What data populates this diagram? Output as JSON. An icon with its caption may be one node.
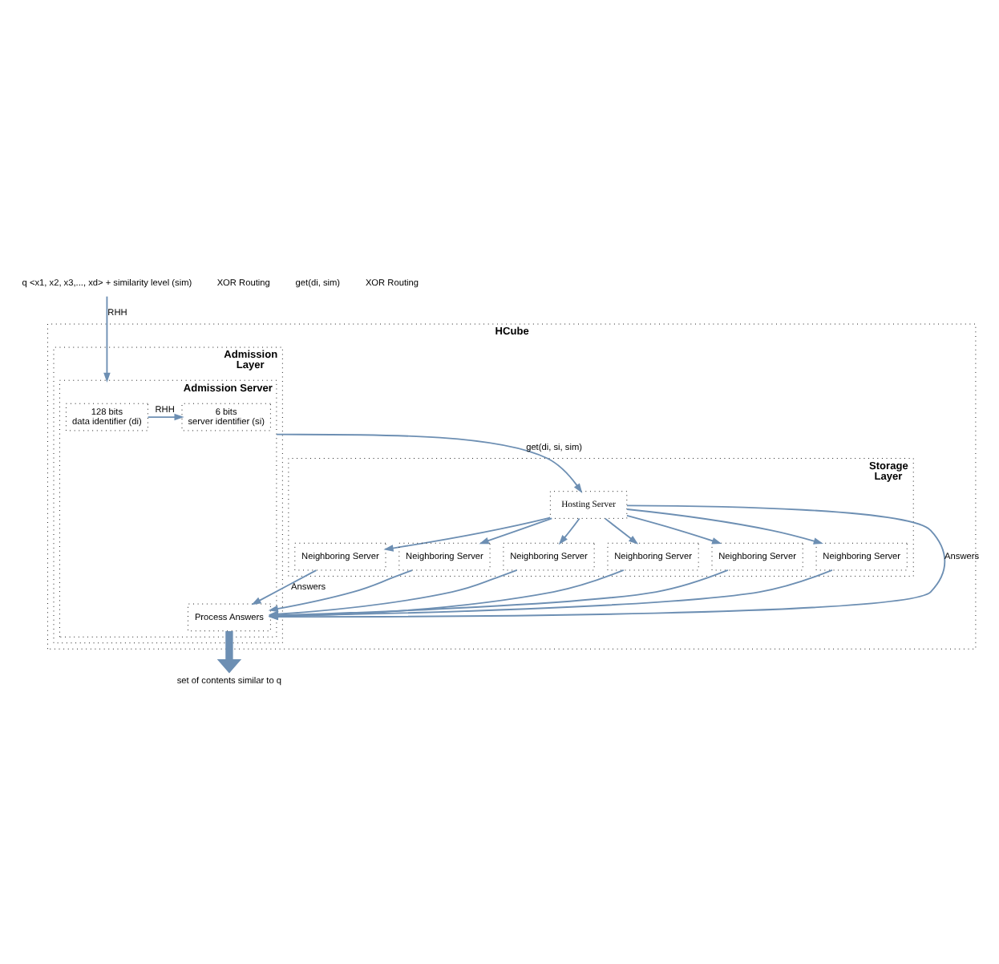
{
  "diagram": {
    "nodes": [
      {
        "text": [
          "q <x1, x2, x3,..., xd> + similarity level (sim)"
        ]
      },
      {
        "text": [
          "set of contents similar to q"
        ]
      },
      {
        "text": [
          "HCube"
        ]
      },
      {
        "text": [
          "Admission Layer"
        ],
        "in": 2
      },
      {
        "text": [
          "Admission Server"
        ],
        "in": 3
      },
      {
        "text": [
          "128 bits",
          "data identifier (di)"
        ],
        "in": 4
      },
      {
        "text": [
          "6 bits",
          "server identifier (si)"
        ],
        "in": 4
      },
      {
        "text": [
          "Process Answers"
        ],
        "in": 4
      },
      {
        "text": [
          "Storage Layer"
        ],
        "in": 2
      },
      {
        "text": [
          "Hosting Server"
        ],
        "in": 8
      },
      {
        "text": [
          "Neighboring Server"
        ],
        "in": 8
      },
      {
        "text": [
          "Neighboring Server"
        ],
        "in": 8
      },
      {
        "text": [
          "Neighboring Server"
        ],
        "in": 8
      },
      {
        "text": [
          "Neighboring Server"
        ],
        "in": 8
      },
      {
        "text": [
          "Neighboring Server"
        ],
        "in": 8
      },
      {
        "text": [
          "Neighboring Server"
        ],
        "in": 8
      }
    ],
    "edges": [
      {
        "from": 0,
        "to": 4,
        "arrow": "to",
        "label": "RHH"
      },
      {
        "from": 5,
        "to": 6,
        "arrow": "to",
        "label": "RHH"
      },
      {
        "from": 4,
        "to": 9,
        "arrow": "to",
        "label": "get(di, si, sim)"
      },
      {
        "from": 9,
        "to": 7,
        "arrow": "to",
        "label": "Answers"
      },
      {
        "from": 9,
        "to": 10,
        "arrow": "to"
      },
      {
        "from": 9,
        "to": 13,
        "arrow": "to"
      },
      {
        "from": 9,
        "to": 11,
        "arrow": "to"
      },
      {
        "from": 9,
        "to": 14,
        "arrow": "to"
      },
      {
        "from": 9,
        "to": 12,
        "arrow": "to"
      },
      {
        "from": 9,
        "to": 15,
        "arrow": "to"
      },
      {
        "from": 10,
        "to": 7,
        "arrow": "to",
        "label": "Answers"
      },
      {
        "from": 11,
        "to": 7,
        "arrow": "to"
      },
      {
        "from": 12,
        "to": 7,
        "arrow": "to"
      },
      {
        "from": 13,
        "to": 7,
        "arrow": "to"
      },
      {
        "from": 14,
        "to": 7,
        "arrow": "to"
      },
      {
        "from": 15,
        "to": 7,
        "arrow": "to"
      },
      {
        "from": 7,
        "to": 1,
        "arrow": "to",
        "style": "thick"
      }
    ],
    "labels": [
      "XOR Routing",
      "get(di, sim)",
      "XOR Routing"
    ]
  }
}
